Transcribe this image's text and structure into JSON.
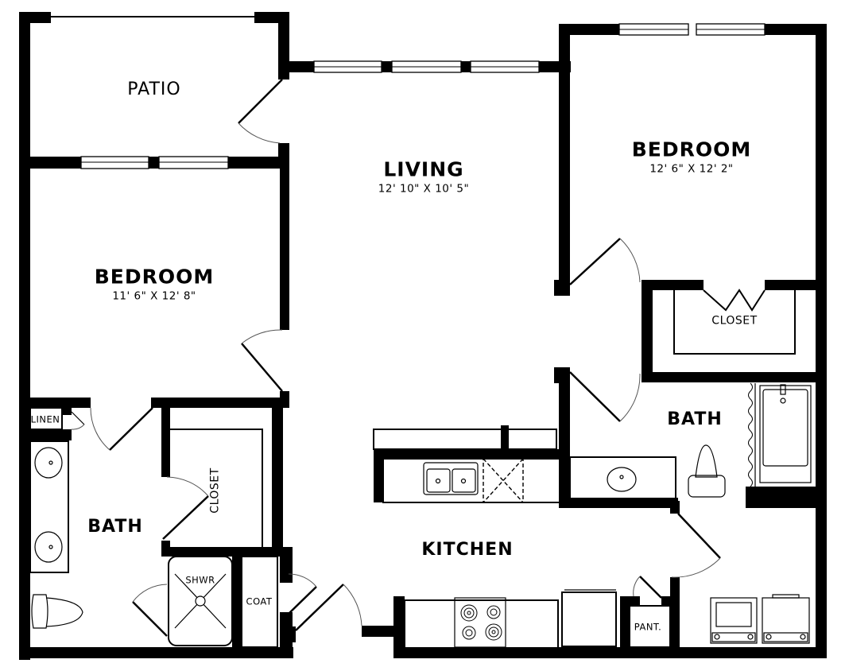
{
  "floorplan": {
    "rooms": {
      "patio": {
        "name": "PATIO"
      },
      "living": {
        "name": "LIVING",
        "dimensions": "12' 10\" X 10' 5\""
      },
      "bedroom_right": {
        "name": "BEDROOM",
        "dimensions": "12' 6\" X 12' 2\""
      },
      "bedroom_left": {
        "name": "BEDROOM",
        "dimensions": "11' 6\" X 12' 8\""
      },
      "closet_right": {
        "name": "CLOSET"
      },
      "bath_right": {
        "name": "BATH"
      },
      "bath_left": {
        "name": "BATH"
      },
      "closet_left": {
        "name": "CLOSET"
      },
      "linen": {
        "name": "LINEN"
      },
      "shower": {
        "name": "SHWR"
      },
      "coat": {
        "name": "COAT"
      },
      "kitchen": {
        "name": "KITCHEN"
      },
      "pantry": {
        "name": "PANT."
      }
    },
    "colors": {
      "walls": "#000000",
      "background": "#ffffff",
      "door_swing": "#555555"
    }
  }
}
